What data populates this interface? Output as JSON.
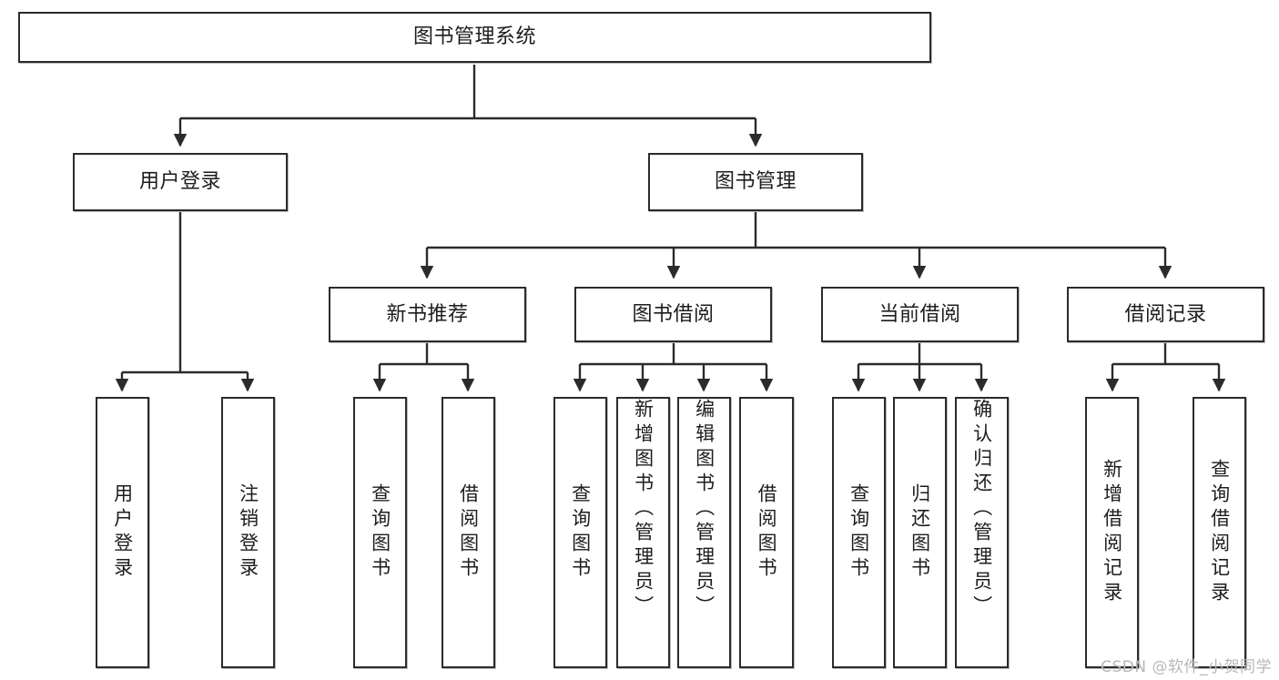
{
  "diagram": {
    "title": "图书管理系统",
    "type": "tree-structure-chart",
    "watermark": "CSDN @软件_小贺同学",
    "nodes": {
      "root": {
        "label": "图书管理系统"
      },
      "level2": [
        {
          "id": "user-login",
          "label": "用户登录"
        },
        {
          "id": "book-manage",
          "label": "图书管理"
        }
      ],
      "level3": [
        {
          "id": "new-book-recommend",
          "label": "新书推荐"
        },
        {
          "id": "book-borrow",
          "label": "图书借阅"
        },
        {
          "id": "current-borrow",
          "label": "当前借阅"
        },
        {
          "id": "borrow-record",
          "label": "借阅记录"
        }
      ],
      "leaves": {
        "user_login": [
          {
            "id": "leaf-user-login",
            "label": "用户登录"
          },
          {
            "id": "leaf-logout-login",
            "label": "注销登录"
          }
        ],
        "new_book_recommend": [
          {
            "id": "leaf-query-book-1",
            "label": "查询图书"
          },
          {
            "id": "leaf-borrow-book-1",
            "label": "借阅图书"
          }
        ],
        "book_borrow": [
          {
            "id": "leaf-query-book-2",
            "label": "查询图书"
          },
          {
            "id": "leaf-add-book",
            "label": "新增图书（管理员）"
          },
          {
            "id": "leaf-edit-book",
            "label": "编辑图书（管理员）"
          },
          {
            "id": "leaf-borrow-book-2",
            "label": "借阅图书"
          }
        ],
        "current_borrow": [
          {
            "id": "leaf-query-book-3",
            "label": "查询图书"
          },
          {
            "id": "leaf-return-book",
            "label": "归还图书"
          },
          {
            "id": "leaf-confirm-return",
            "label": "确认归还（管理员）"
          }
        ],
        "borrow_record": [
          {
            "id": "leaf-add-record",
            "label": "新增借阅记录"
          },
          {
            "id": "leaf-query-record",
            "label": "查询借阅记录"
          }
        ]
      }
    },
    "colors": {
      "stroke": "#2b2b2b",
      "fill": "#ffffff",
      "text": "#1d1d1d",
      "watermark": "#b7b7b7"
    }
  }
}
